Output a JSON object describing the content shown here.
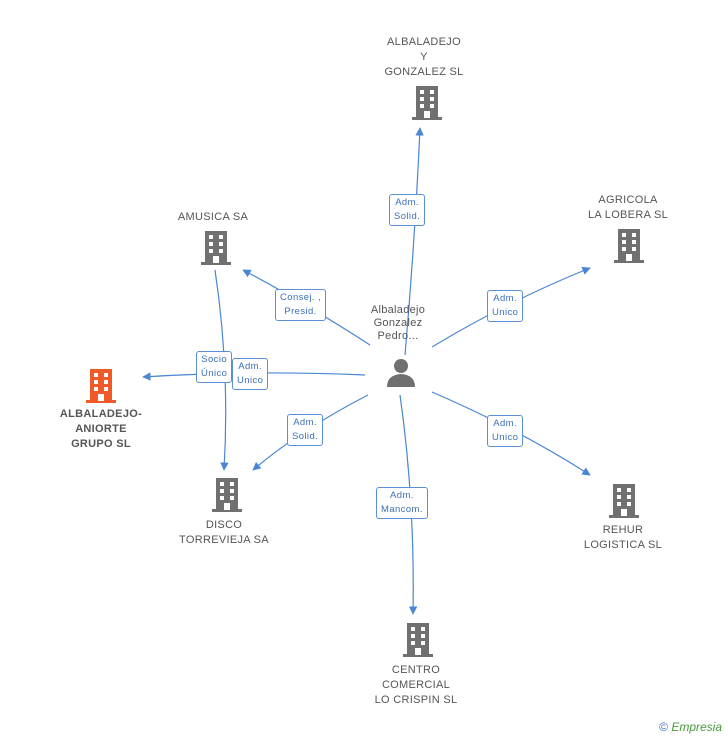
{
  "center": {
    "name_lines": [
      "Albaladejo",
      "Gonzalez",
      "Pedro..."
    ],
    "icon": "person-icon"
  },
  "companies": [
    {
      "id": "albaladejo-y-gonzalez",
      "lines": [
        "ALBALADEJO",
        "Y",
        "GONZALEZ SL"
      ],
      "icon": "building-icon",
      "color": "#707070"
    },
    {
      "id": "amusica",
      "lines": [
        "AMUSICA SA"
      ],
      "icon": "building-icon",
      "color": "#707070"
    },
    {
      "id": "agricola-la-lobera",
      "lines": [
        "AGRICOLA",
        "LA LOBERA SL"
      ],
      "icon": "building-icon",
      "color": "#707070"
    },
    {
      "id": "albaladejo-aniorte",
      "lines": [
        "ALBALADEJO-",
        "ANIORTE",
        "GRUPO SL"
      ],
      "icon": "building-icon",
      "color": "#f05a28"
    },
    {
      "id": "disco-torrevieja",
      "lines": [
        "DISCO",
        "TORREVIEJA SA"
      ],
      "icon": "building-icon",
      "color": "#707070"
    },
    {
      "id": "rehur-logistica",
      "lines": [
        "REHUR",
        "LOGISTICA SL"
      ],
      "icon": "building-icon",
      "color": "#707070"
    },
    {
      "id": "centro-comercial",
      "lines": [
        "CENTRO",
        "COMERCIAL",
        "LO CRISPIN SL"
      ],
      "icon": "building-icon",
      "color": "#707070"
    }
  ],
  "relations": [
    {
      "target": "albaladejo-y-gonzalez",
      "lines": [
        "Adm.",
        "Solid."
      ]
    },
    {
      "target": "amusica",
      "lines": [
        "Consej. ,",
        "Presid."
      ]
    },
    {
      "target": "agricola-la-lobera",
      "lines": [
        "Adm.",
        "Unico"
      ]
    },
    {
      "target": "albaladejo-aniorte",
      "lines": [
        "Adm.",
        "Unico"
      ]
    },
    {
      "target": "disco-torrevieja",
      "lines": [
        "Adm.",
        "Solid."
      ]
    },
    {
      "target": "rehur-logistica",
      "lines": [
        "Adm.",
        "Unico"
      ]
    },
    {
      "target": "centro-comercial",
      "lines": [
        "Adm.",
        "Mancom."
      ]
    },
    {
      "source": "amusica",
      "target": "disco-torrevieja",
      "lines": [
        "Socio",
        "Único"
      ]
    }
  ],
  "colors": {
    "edge": "#4a86d4",
    "focus": "#f05a28",
    "building": "#707070"
  },
  "brand": {
    "copyright": "©",
    "name": "Empresia"
  }
}
